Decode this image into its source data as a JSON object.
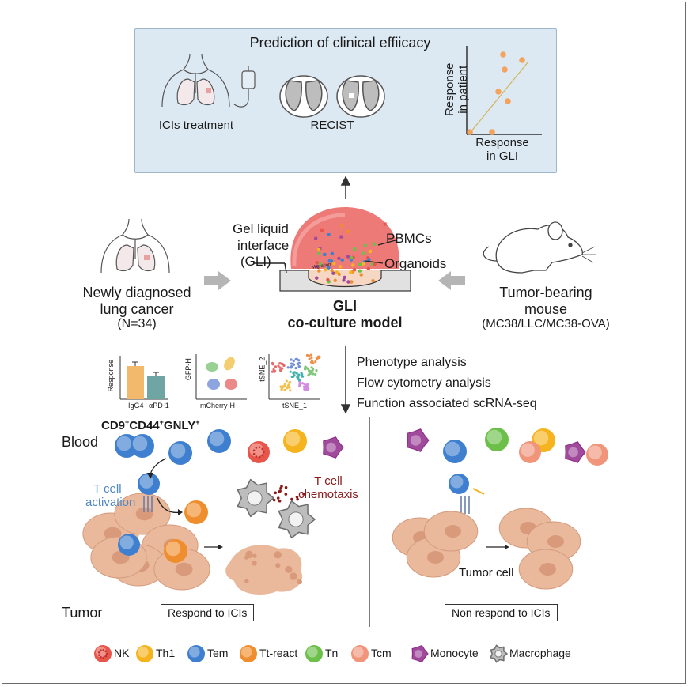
{
  "top_panel": {
    "title": "Prediction of clinical effiicacy",
    "label_treatment": "ICIs treatment",
    "label_recist": "RECIST",
    "scatter": {
      "ylabel_line1": "Response",
      "ylabel_line2": "in patient",
      "xlabel_line1": "Response",
      "xlabel_line2": "in GLI"
    }
  },
  "middle_panel": {
    "patient_line1": "Newly diagnosed",
    "patient_line2": "lung cancer",
    "patient_count": "(N=34)",
    "gli_line1": "Gel liquid",
    "gli_line2": "interface",
    "gli_line3": "(GLI)",
    "pbmcs": "PBMCs",
    "organoids": "Organoids",
    "migration": "Migration",
    "model_line1": "GLI",
    "model_line2": "co-culture model",
    "mouse_line1": "Tumor-bearing",
    "mouse_line2": "mouse",
    "mouse_models": "(MC38/LLC/MC38-OVA)"
  },
  "analysis": {
    "items": [
      "Phenotype analysis",
      "Flow cytometry analysis",
      "Function associated scRNA-seq"
    ],
    "bar_ylabel": "Response",
    "bar_categories": [
      "IgG4",
      "αPD-1"
    ],
    "flow_ylabel": "GFP-H",
    "flow_xlabel": "mCherry-H",
    "tsne_ylabel": "tSNE_2",
    "tsne_xlabel": "tSNE_1"
  },
  "bottom": {
    "blood_label": "Blood",
    "tumor_label": "Tumor",
    "marker": {
      "cd9": "CD9",
      "cd44": "CD44",
      "gnly": "GNLY",
      "plus": "+"
    },
    "t_activation_line1": "T cell",
    "t_activation_line2": "activation",
    "chemotaxis_line1": "T cell",
    "chemotaxis_line2": "chemotaxis",
    "tumor_cell": "Tumor cell",
    "respond": "Respond to ICIs",
    "non_respond": "Non respond to ICIs"
  },
  "legend": [
    "NK",
    "Th1",
    "Tem",
    "Tt-react",
    "Tn",
    "Tcm",
    "Monocyte",
    "Macrophage"
  ],
  "colors": {
    "nk": "#e8564b",
    "th1": "#f5b41e",
    "tem": "#3f7fd0",
    "tt_react": "#ef8e2e",
    "tn": "#6cc04a",
    "tcm": "#f0957a",
    "monocyte": "#a04a9c",
    "macrophage": "#9a9a9a",
    "tumor_cell": "#eab99c",
    "blood": "#e7abab",
    "top_panel": "#dde9f2",
    "mid_panel": "#fbf3d9",
    "gel": "#ee7a78",
    "accent_text": "#8b1a1a",
    "activation_text": "#4f86c6"
  }
}
